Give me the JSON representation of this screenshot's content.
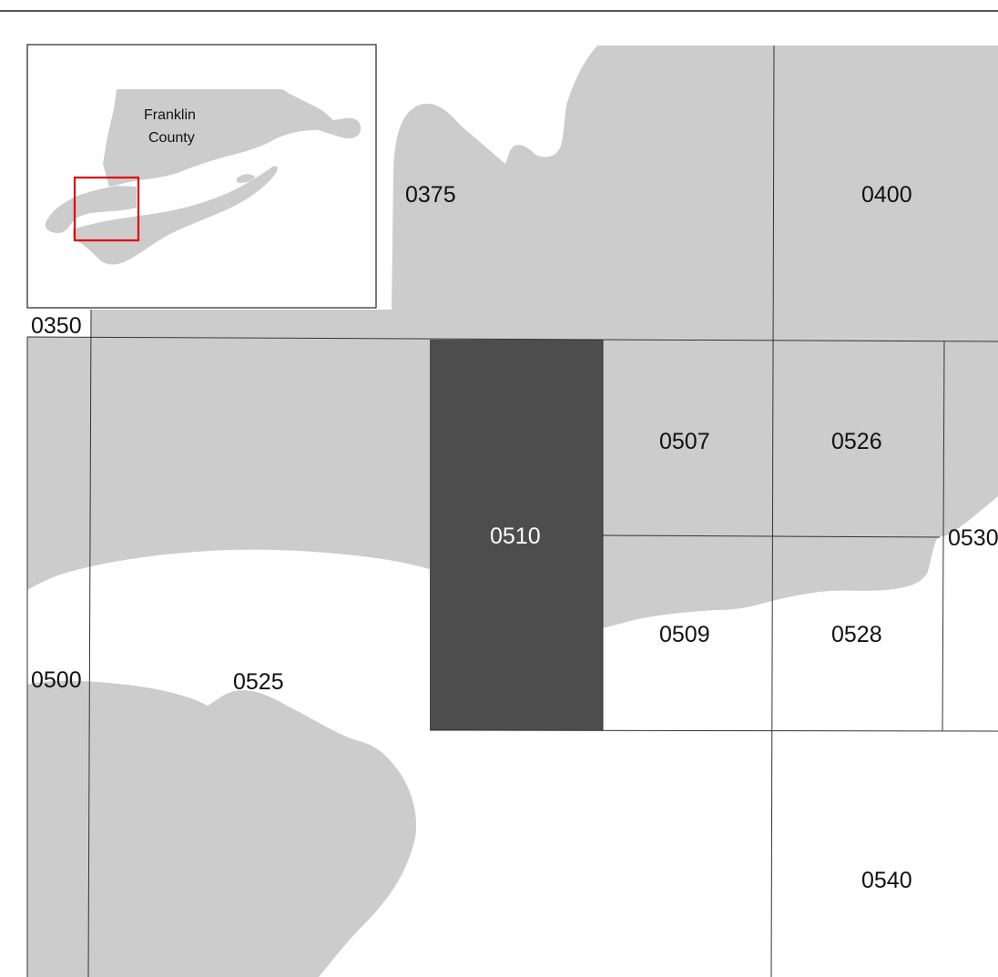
{
  "colors": {
    "land": "#cccccc",
    "water": "#ffffff",
    "grid_line": "#333333",
    "selected_panel": "#4d4d4d",
    "selected_label": "#ffffff",
    "inset_highlight": "#e00000"
  },
  "panels": {
    "p0350": "0350",
    "p0375": "0375",
    "p0400": "0400",
    "p0500": "0500",
    "p0507": "0507",
    "p0509": "0509",
    "p0510": "0510",
    "p0525": "0525",
    "p0526": "0526",
    "p0528": "0528",
    "p0530": "0530",
    "p0540": "0540"
  },
  "selected_panel": "0510",
  "inset": {
    "county_line1": "Franklin",
    "county_line2": "County"
  }
}
